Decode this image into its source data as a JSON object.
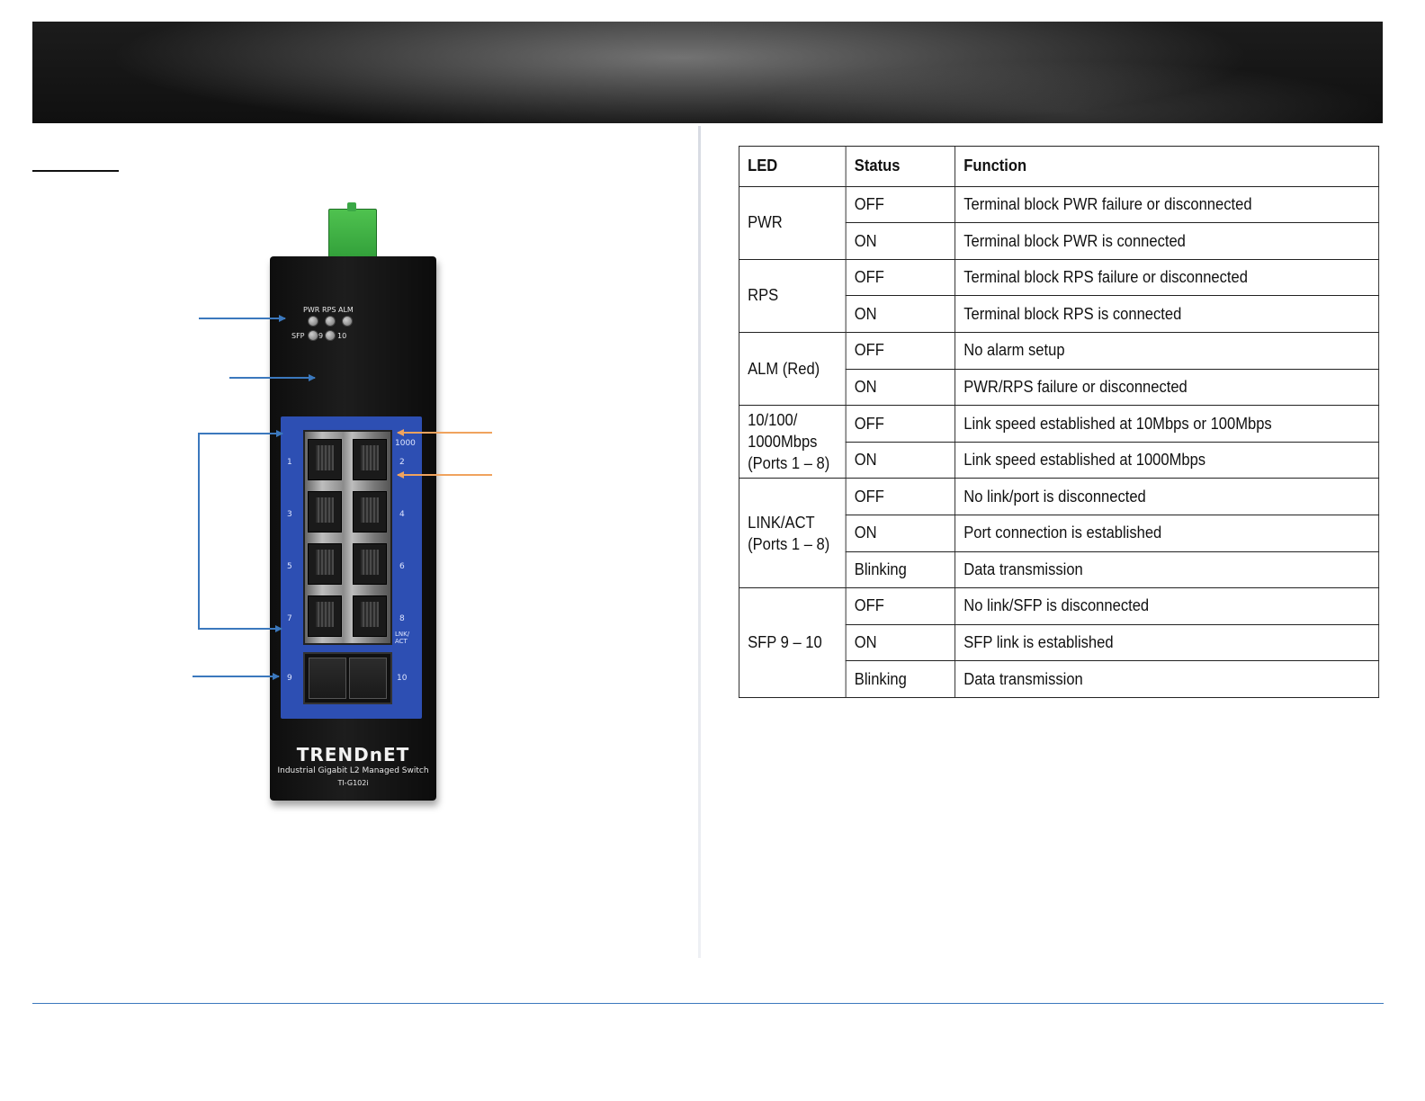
{
  "device": {
    "led_labels": {
      "pwr": "PWR",
      "rps": "RPS",
      "alm": "ALM",
      "sfp": "SFP",
      "sfp9": "9",
      "sfp10": "10"
    },
    "speed_label": "1000",
    "link_label": "LNK/ ACT",
    "port_numbers": [
      "1",
      "2",
      "3",
      "4",
      "5",
      "6",
      "7",
      "8",
      "9",
      "10"
    ],
    "brand": "TRENDnET",
    "caption": "Industrial Gigabit L2 Managed Switch",
    "model": "TI-G102i"
  },
  "colors": {
    "callout_blue": "#3b78bd",
    "callout_orange": "#f0a35e",
    "panel_blue": "#2d4fb3",
    "terminal_green": "#3aa846"
  },
  "led_table": {
    "headers": [
      "LED",
      "Status",
      "Function"
    ],
    "groups": [
      {
        "led": "PWR",
        "rows": [
          {
            "status": "OFF",
            "function": "Terminal block PWR failure or disconnected"
          },
          {
            "status": "ON",
            "function": "Terminal block PWR is connected"
          }
        ]
      },
      {
        "led": "RPS",
        "rows": [
          {
            "status": "OFF",
            "function": "Terminal block RPS failure or disconnected"
          },
          {
            "status": "ON",
            "function": "Terminal block RPS is connected"
          }
        ]
      },
      {
        "led": "ALM (Red)",
        "rows": [
          {
            "status": "OFF",
            "function": "No alarm setup"
          },
          {
            "status": "ON",
            "function": "PWR/RPS failure or disconnected"
          }
        ]
      },
      {
        "led_lines": [
          "10/100/",
          "1000Mbps",
          "(Ports 1 – 8)"
        ],
        "rows": [
          {
            "status": "OFF",
            "function": "Link speed established at 10Mbps or 100Mbps"
          },
          {
            "status": "ON",
            "function": "Link speed established at 1000Mbps"
          }
        ]
      },
      {
        "led_lines": [
          "LINK/ACT",
          "(Ports 1 – 8)"
        ],
        "rows": [
          {
            "status": "OFF",
            "function": "No link/port is disconnected"
          },
          {
            "status": "ON",
            "function": "Port connection is established"
          },
          {
            "status": "Blinking",
            "function": "Data transmission"
          }
        ]
      },
      {
        "led": "SFP 9 – 10",
        "rows": [
          {
            "status": "OFF",
            "function": "No link/SFP is disconnected"
          },
          {
            "status": "ON",
            "function": "SFP link is established"
          },
          {
            "status": "Blinking",
            "function": "Data transmission"
          }
        ]
      }
    ]
  }
}
